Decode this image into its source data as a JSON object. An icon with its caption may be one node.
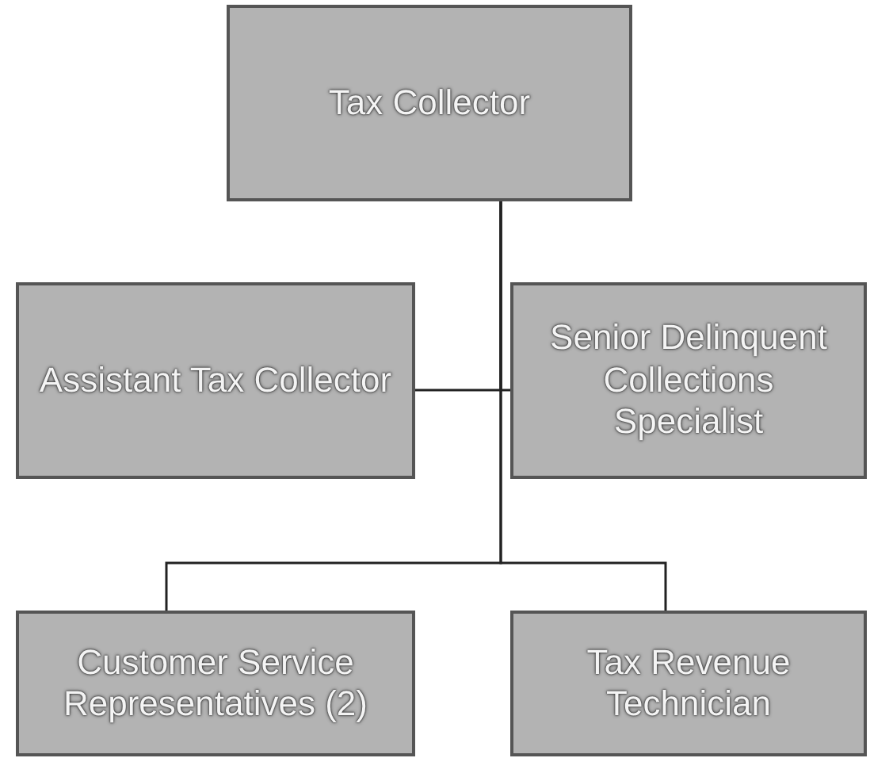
{
  "diagram": {
    "nodes": [
      {
        "text": [
          "Tax Collector"
        ]
      },
      {
        "text": [
          "Assistant Tax Collector"
        ]
      },
      {
        "text": [
          "Senior Delinquent Collections Specialist"
        ]
      },
      {
        "text": [
          "Customer Service Representatives (2)"
        ]
      },
      {
        "text": [
          "Tax Revenue Technician"
        ]
      }
    ],
    "edges": [
      {
        "from": 0,
        "to": 1,
        "arrow": "none"
      },
      {
        "from": 0,
        "to": 2,
        "arrow": "none"
      },
      {
        "from": 0,
        "to": 3,
        "arrow": "none"
      },
      {
        "from": 0,
        "to": 4,
        "arrow": "none"
      }
    ]
  }
}
